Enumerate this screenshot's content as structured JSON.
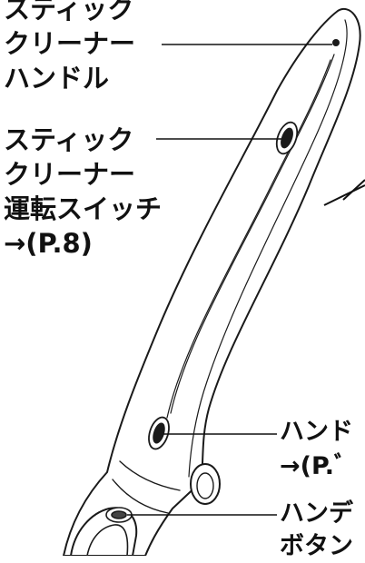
{
  "labels": {
    "handle": {
      "line1": "スティック",
      "line2": "クリーナー",
      "line3": "ハンドル"
    },
    "switch": {
      "line1": "スティック",
      "line2": "クリーナー",
      "line3": "運転スイッチ",
      "ref": "→(P.8)"
    },
    "hand_release": {
      "line1": "ハンド",
      "ref": "→(P.ﾞ"
    },
    "handy_button": {
      "line1": "ハンデ",
      "line2": "ボタン"
    }
  },
  "colors": {
    "ink": "#111111",
    "body_fill": "#ffffff",
    "outline": "#1a1a1a"
  }
}
